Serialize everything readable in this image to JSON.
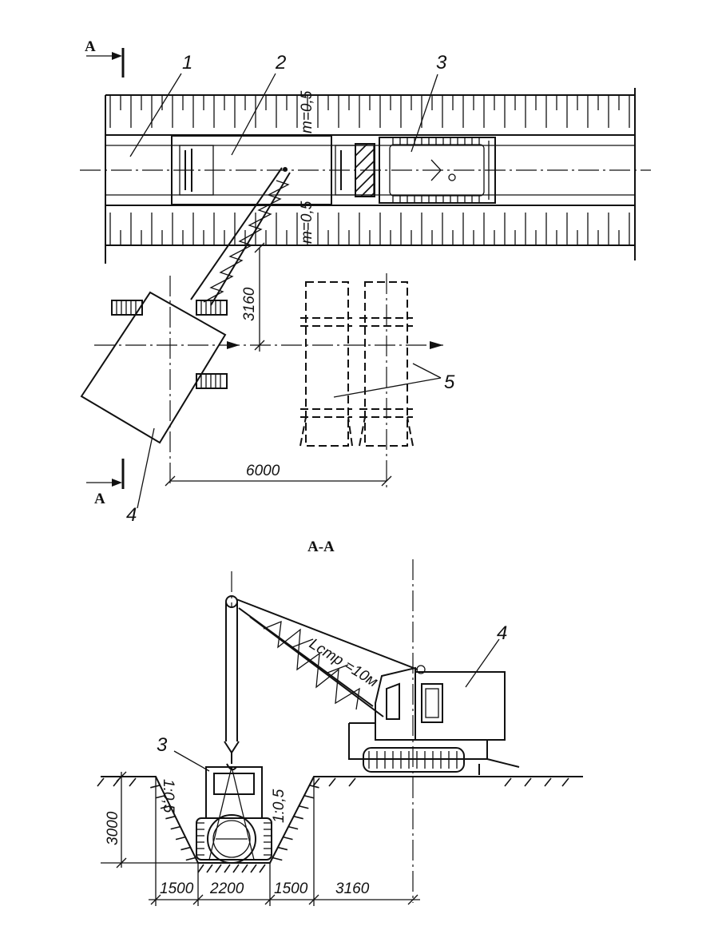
{
  "plan_view": {
    "section_mark": "A",
    "callouts": [
      "1",
      "2",
      "3",
      "4",
      "5"
    ],
    "slope_labels": [
      "m=0,5",
      "m=0,5"
    ],
    "dim_offset": "3160",
    "dim_length": "6000"
  },
  "section_view": {
    "title": "А-А",
    "callouts": [
      "3",
      "4"
    ],
    "boom_label": "Lстр =10м",
    "slope_labels": [
      "1:0,5",
      "1:0,5"
    ],
    "dim_depth": "3000",
    "bottom_dims": [
      "1500",
      "2200",
      "1500",
      "3160"
    ]
  }
}
